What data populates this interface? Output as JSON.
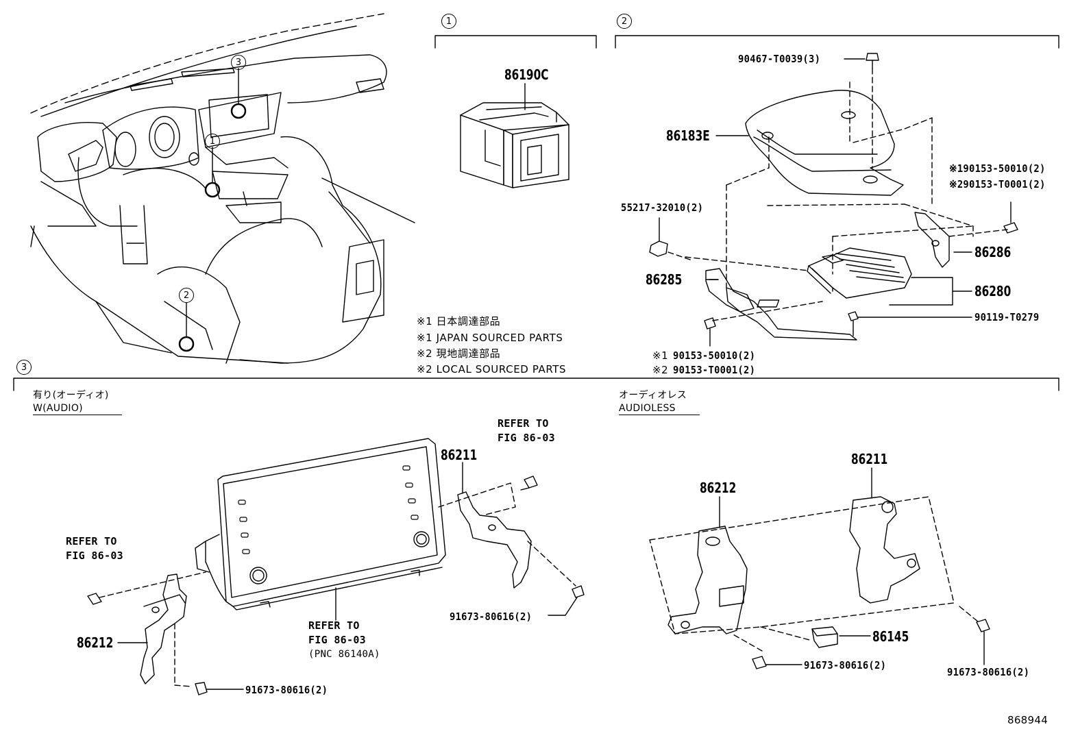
{
  "sections": [
    {
      "num": "1"
    },
    {
      "num": "2"
    },
    {
      "num": "3"
    }
  ],
  "dash_callouts": [
    "3",
    "1",
    "2"
  ],
  "notes": [
    "※1 日本調達部品",
    "※1 JAPAN SOURCED PARTS",
    "※2 現地調達部品",
    "※2 LOCAL SOURCED PARTS"
  ],
  "section1": {
    "part": "86190C"
  },
  "section2": {
    "labels": {
      "bolt_top": "90467-T0039(3)",
      "cover": "86183E",
      "screw_right_1": "※190153-50010(2)",
      "screw_right_2": "※290153-T0001(2)",
      "clip": "55217-32010(2)",
      "bracket_right": "86286",
      "bracket_left": "86285",
      "module": "86280",
      "screw_small": "90119-T0279",
      "screw_bottom_1_mark": "※1",
      "screw_bottom_1": "90153-50010(2)",
      "screw_bottom_2_mark": "※2",
      "screw_bottom_2": "90153-T0001(2)"
    }
  },
  "section3": {
    "left_heading_jp": "有り(オーディオ)",
    "left_heading_en": "W(AUDIO)",
    "right_heading_jp": "オーディオレス",
    "right_heading_en": "AUDIOLESS",
    "refer_top": [
      "REFER TO",
      "FIG 86-03"
    ],
    "refer_left": [
      "REFER TO",
      "FIG 86-03"
    ],
    "refer_center": [
      "REFER TO",
      "FIG 86-03",
      "(PNC 86140A)"
    ],
    "left_labels": {
      "bracket_r": "86211",
      "bracket_l": "86212",
      "bolt_r": "91673-80616(2)",
      "bolt_l": "91673-80616(2)"
    },
    "right_labels": {
      "bracket_l": "86212",
      "bracket_r": "86211",
      "small_part": "86145",
      "bolt_l": "91673-80616(2)",
      "bolt_r": "91673-80616(2)"
    }
  },
  "illustration_id": "868944"
}
